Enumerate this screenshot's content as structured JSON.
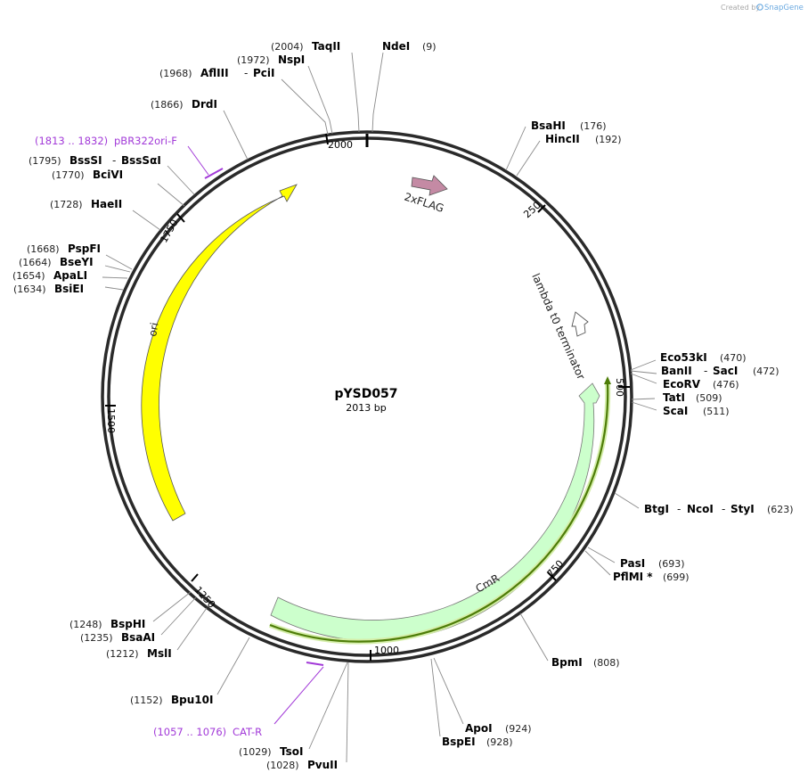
{
  "credit": {
    "prefix": "Created by",
    "brand": "SnapGene"
  },
  "plasmid": {
    "name": "pYSD057",
    "length": "2013 bp"
  },
  "ticks": [
    "2000",
    "250",
    "500",
    "750",
    "1000",
    "1250",
    "1500",
    "1750"
  ],
  "features": {
    "flag": "2xFLAG",
    "lambda": "lambda t0 terminator",
    "cmr": "CmR",
    "ori": "ori"
  },
  "primers": [
    {
      "range": "(1813 .. 1832)",
      "name": "pBR322ori-F"
    },
    {
      "range": "(1057 .. 1076)",
      "name": "CAT-R"
    }
  ],
  "sites": {
    "taqii": {
      "pos": "(2004)",
      "name": "TaqII"
    },
    "ndei": {
      "pos": "(9)",
      "name": "NdeI"
    },
    "nspi": {
      "pos": "(1972)",
      "name": "NspI"
    },
    "afliii": {
      "pos": "(1968)",
      "name": "AflIII",
      "name2": "PciI"
    },
    "drdi": {
      "pos": "(1866)",
      "name": "DrdI"
    },
    "bsssi": {
      "pos": "(1795)",
      "name": "BssSI",
      "name2": "BssSαI"
    },
    "bcivi": {
      "pos": "(1770)",
      "name": "BciVI"
    },
    "haeii": {
      "pos": "(1728)",
      "name": "HaeII"
    },
    "pspfi": {
      "pos": "(1668)",
      "name": "PspFI"
    },
    "bseyi": {
      "pos": "(1664)",
      "name": "BseYI"
    },
    "apali": {
      "pos": "(1654)",
      "name": "ApaLI"
    },
    "bsiei": {
      "pos": "(1634)",
      "name": "BsiEI"
    },
    "bsahi": {
      "name": "BsaHI",
      "pos": "(176)"
    },
    "hincii": {
      "name": "HincII",
      "pos": "(192)"
    },
    "eco53ki": {
      "name": "Eco53kI",
      "pos": "(470)"
    },
    "banii": {
      "name": "BanII",
      "name2": "SacI",
      "pos": "(472)"
    },
    "ecorv": {
      "name": "EcoRV",
      "pos": "(476)"
    },
    "tati": {
      "name": "TatI",
      "pos": "(509)"
    },
    "scai": {
      "name": "ScaI",
      "pos": "(511)"
    },
    "btgi": {
      "name": "BtgI",
      "name2": "NcoI",
      "name3": "StyI",
      "pos": "(623)"
    },
    "pasi": {
      "name": "PasI",
      "pos": "(693)"
    },
    "pflmi": {
      "name": "PflMI *",
      "pos": "(699)"
    },
    "bpmi": {
      "name": "BpmI",
      "pos": "(808)"
    },
    "apoi": {
      "name": "ApoI",
      "pos": "(924)"
    },
    "bspei": {
      "name": "BspEI",
      "pos": "(928)"
    },
    "bsphi": {
      "pos": "(1248)",
      "name": "BspHI"
    },
    "bsaai": {
      "pos": "(1235)",
      "name": "BsaAI"
    },
    "msli": {
      "pos": "(1212)",
      "name": "MslI"
    },
    "bpu10i": {
      "pos": "(1152)",
      "name": "Bpu10I"
    },
    "tsoi": {
      "pos": "(1029)",
      "name": "TsoI"
    },
    "pvuii": {
      "pos": "(1028)",
      "name": "PvuII"
    }
  },
  "colors": {
    "backbone": "#2a2a2a",
    "flag": "#c48aa4",
    "ori": "#ffff00",
    "cmr": "#ccffcc",
    "cmr_orf": "#5a8a10",
    "primer": "#a23ad8"
  }
}
